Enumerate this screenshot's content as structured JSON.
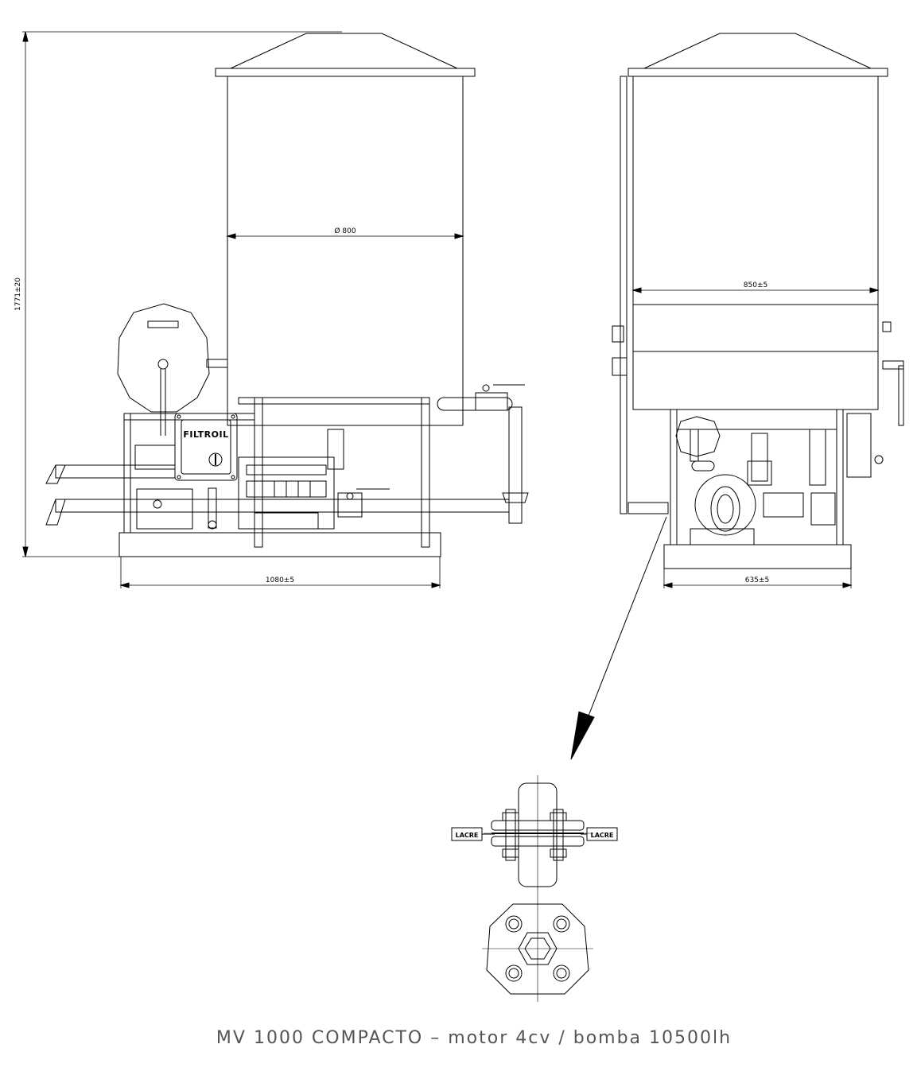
{
  "dimensions": {
    "height": "1771±20",
    "tank_diameter": "Ø 800",
    "front_width": "1080±5",
    "side_tank_width": "850±5",
    "side_base_width": "635±5"
  },
  "labels": {
    "brand": "FILTROIL",
    "seal_left": "LACRE",
    "seal_right": "LACRE"
  },
  "caption": "MV 1000 COMPACTO – motor 4cv / bomba 10500lh",
  "colors": {
    "line": "#000000",
    "caption": "#555555"
  }
}
